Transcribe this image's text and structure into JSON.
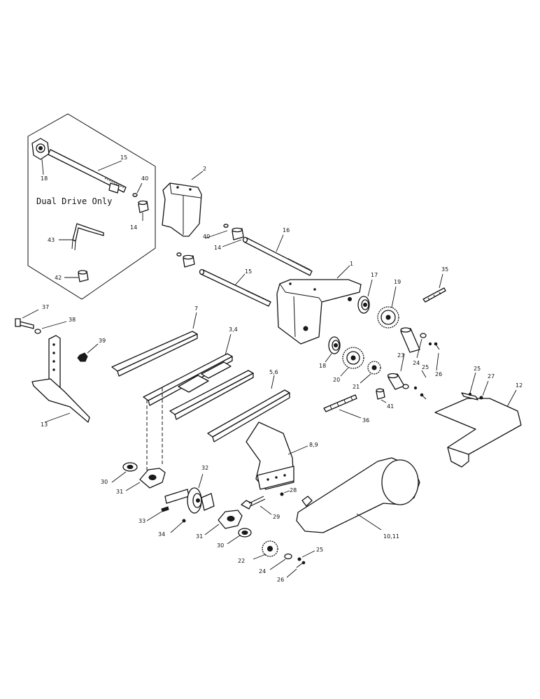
{
  "caption": "Dual Drive Only",
  "callouts": {
    "c15_inset": "15",
    "c18_inset": "18",
    "c40_inset": "40",
    "c14_inset": "14",
    "c43": "43",
    "c42": "42",
    "c2": "2",
    "c40": "40",
    "c14": "14",
    "c16": "16",
    "c15": "15",
    "c1": "1",
    "c17": "17",
    "c19": "19",
    "c35": "35",
    "c37": "37",
    "c38": "38",
    "c39": "39",
    "c13": "13",
    "c7": "7",
    "c34_label": "3,4",
    "c56": "5,6",
    "c89": "8,9",
    "c18": "18",
    "c20": "20",
    "c21": "21",
    "c23": "23",
    "c24a": "24",
    "c25a": "25",
    "c26a": "26",
    "c41": "41",
    "c36": "36",
    "c25b": "25",
    "c27": "27",
    "c12": "12",
    "c30a": "30",
    "c31a": "31",
    "c32": "32",
    "c33": "33",
    "c34": "34",
    "c28": "28",
    "c29": "29",
    "c31b": "31",
    "c30b": "30",
    "c22": "22",
    "c24b": "24",
    "c25c": "25",
    "c26b": "26",
    "c1011": "10,11"
  }
}
